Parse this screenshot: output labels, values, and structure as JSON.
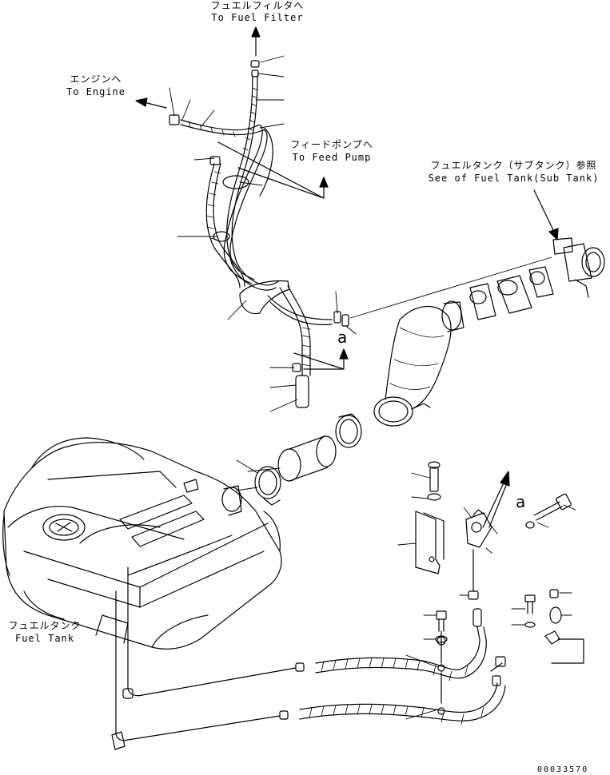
{
  "labels": {
    "fuel_filter_jp": "フュエルフィルタへ",
    "fuel_filter_en": "To Fuel Filter",
    "engine_jp": "エンジンへ",
    "engine_en": "To Engine",
    "feed_pump_jp": "フィードポンプへ",
    "feed_pump_en": "To Feed Pump",
    "sub_tank_jp": "フュエルタンク（サブタンク）参照",
    "sub_tank_en": "See of Fuel Tank(Sub Tank)",
    "fuel_tank_jp": "フュエルタンク",
    "fuel_tank_en": "Fuel Tank",
    "ref_a_upper": "a",
    "ref_a_lower": "a",
    "drawing_code": "00033570"
  },
  "colors": {
    "line": "#000000",
    "background": "#ffffff"
  }
}
